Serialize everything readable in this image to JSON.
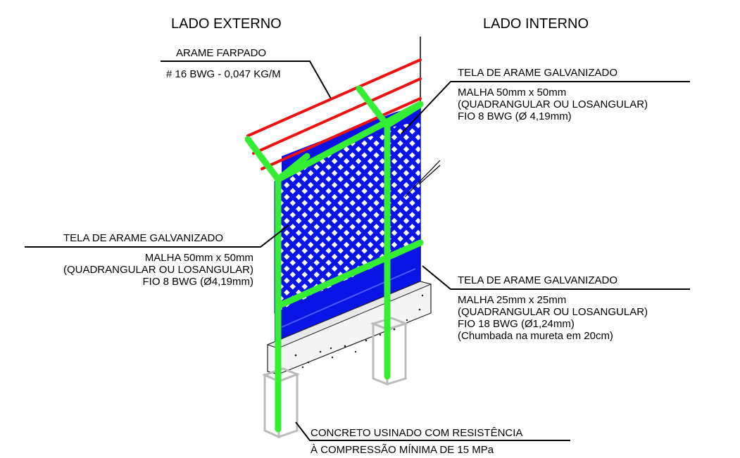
{
  "headers": {
    "external": "LADO EXTERNO",
    "internal": "LADO INTERNO"
  },
  "barbed_wire": {
    "title": "ARAME FARPADO",
    "spec": "# 16 BWG - 0,047 KG/M"
  },
  "mesh_right_top": {
    "title": "TELA DE ARAME GALVANIZADO",
    "line1": "MALHA 50mm x 50mm",
    "line2": "(QUADRANGULAR OU LOSANGULAR)",
    "line3": "FIO 8 BWG (Ø 4,19mm)"
  },
  "mesh_left": {
    "title": "TELA DE ARAME GALVANIZADO",
    "line1": "MALHA 50mm x 50mm",
    "line2": "(QUADRANGULAR OU LOSANGULAR)",
    "line3": "FIO 8 BWG (Ø4,19mm)"
  },
  "mesh_right_bottom": {
    "title": "TELA DE ARAME GALVANIZADO",
    "line1": "MALHA 25mm x 25mm",
    "line2": "(QUADRANGULAR OU LOSANGULAR)",
    "line3": "FIO 18 BWG (Ø1,24mm)",
    "line4": "(Chumbada na mureta em 20cm)"
  },
  "concrete": {
    "line1": "CONCRETO USINADO COM RESISTÊNCIA",
    "line2": "À COMPRESSÃO MÍNIMA DE 15 MPa"
  },
  "colors": {
    "post": "#33ee33",
    "barbed_wire": "#ee1111",
    "mesh": "#0a14e6",
    "mesh_holes": "#ffffff",
    "concrete_outline": "#bbbbbb"
  }
}
